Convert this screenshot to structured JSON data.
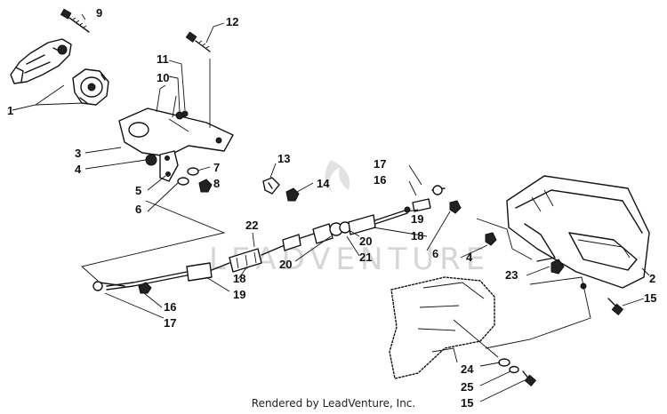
{
  "watermark": "LEADVENTURE",
  "footer": "Rendered by LeadVenture, Inc.",
  "callouts": {
    "c1": "1",
    "c2": "2",
    "c3": "3",
    "c4a": "4",
    "c4b": "4",
    "c5": "5",
    "c6a": "6",
    "c6b": "6",
    "c7": "7",
    "c8": "8",
    "c9": "9",
    "c10": "10",
    "c11": "11",
    "c12": "12",
    "c13": "13",
    "c14": "14",
    "c15a": "15",
    "c15b": "15",
    "c16a": "16",
    "c16b": "16",
    "c17a": "17",
    "c17b": "17",
    "c18a": "18",
    "c18b": "18",
    "c19a": "19",
    "c19b": "19",
    "c20a": "20",
    "c20b": "20",
    "c21": "21",
    "c22": "22",
    "c23": "23",
    "c24": "24",
    "c25": "25"
  }
}
